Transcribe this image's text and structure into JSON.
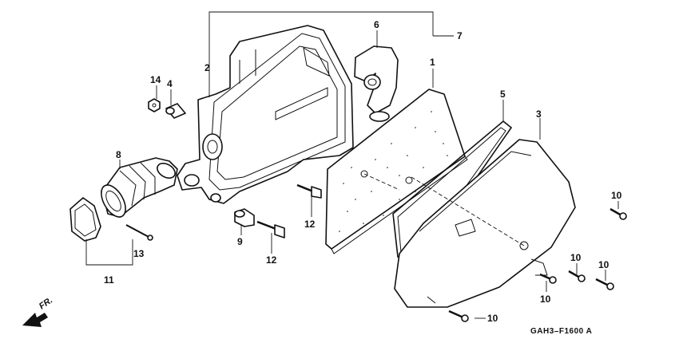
{
  "callouts": {
    "c1": "1",
    "c2": "2",
    "c3": "3",
    "c4": "4",
    "c5": "5",
    "c6": "6",
    "c7": "7",
    "c8": "8",
    "c9": "9",
    "c10a": "10",
    "c10b": "10",
    "c10c": "10",
    "c10d": "10",
    "c10e": "10",
    "c11": "11",
    "c12a": "12",
    "c12b": "12",
    "c13": "13",
    "c14": "14"
  },
  "direction_label": "FR.",
  "diagram_code": "GAH3–F1600 A"
}
